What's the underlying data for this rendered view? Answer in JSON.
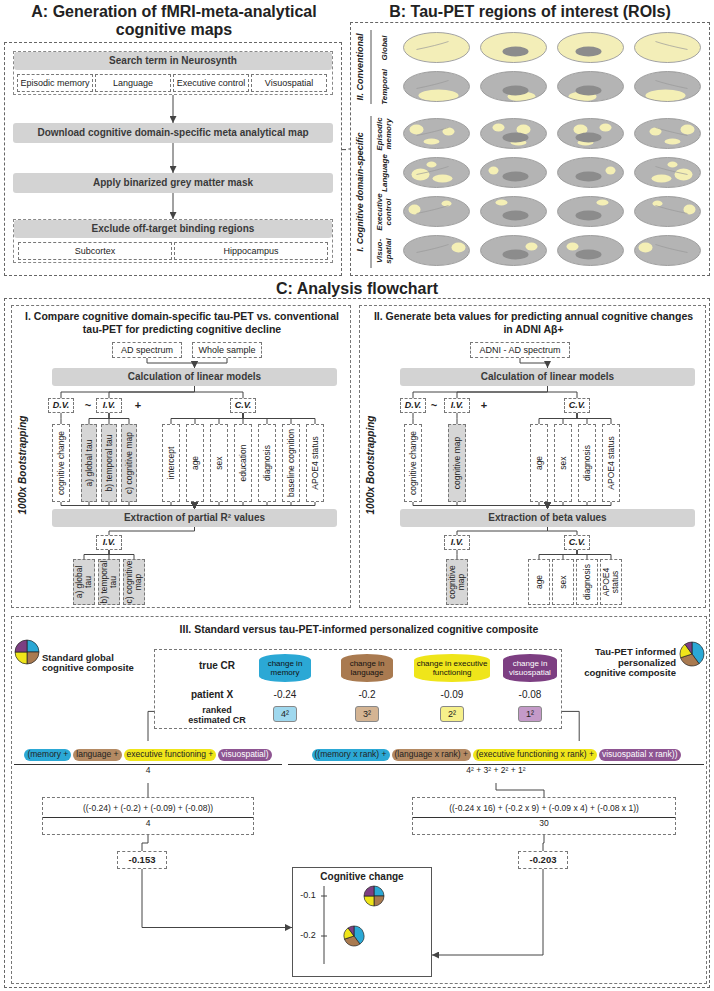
{
  "diagram": {
    "nodes": [
      {
        "text": [
          "A: Generation of fMRI-meta-analytical cognitive maps"
        ]
      },
      {
        "text": [
          "Search term in Neurosynth"
        ],
        "in": 0
      },
      {
        "text": [
          "Episodic memory"
        ],
        "in": 1
      },
      {
        "text": [
          "Language"
        ],
        "in": 1
      },
      {
        "text": [
          "Executive control"
        ],
        "in": 1
      },
      {
        "text": [
          "Visuospatial"
        ],
        "in": 1
      },
      {
        "text": [
          "Download cognitive domain-specific meta analytical map"
        ],
        "in": 0
      },
      {
        "text": [
          "Apply binarized grey matter mask"
        ],
        "in": 0
      },
      {
        "text": [
          "Exclude off-target binding regions"
        ],
        "in": 0
      },
      {
        "text": [
          "Subcortex"
        ],
        "in": 8
      },
      {
        "text": [
          "Hippocampus"
        ],
        "in": 8
      },
      {
        "text": [
          "B: Tau-PET regions of interest (ROIs)"
        ]
      },
      {
        "text": [
          "C: Analysis flowchart"
        ]
      },
      {
        "text": [
          "I. Compare cognitive domain-specific tau-PET vs. conventional tau-PET for predicting cognitive decline"
        ],
        "in": 12
      },
      {
        "text": [
          "AD spectrum"
        ],
        "in": 13
      },
      {
        "text": [
          "Whole sample"
        ],
        "in": 13
      },
      {
        "text": [
          "Calculation of linear models"
        ],
        "in": 13
      },
      {
        "text": [
          "D.V."
        ],
        "in": 13
      },
      {
        "text": [
          "I.V."
        ],
        "in": 13
      },
      {
        "text": [
          "C.V."
        ],
        "in": 13
      },
      {
        "text": [
          "cognitive change"
        ],
        "in": 13
      },
      {
        "text": [
          "a) global tau"
        ],
        "in": 13
      },
      {
        "text": [
          "b) temporal tau"
        ],
        "in": 13
      },
      {
        "text": [
          "c) cognitive map"
        ],
        "in": 13
      },
      {
        "text": [
          "intercept"
        ],
        "in": 13
      },
      {
        "text": [
          "age"
        ],
        "in": 13
      },
      {
        "text": [
          "sex"
        ],
        "in": 13
      },
      {
        "text": [
          "education"
        ],
        "in": 13
      },
      {
        "text": [
          "diagnosis"
        ],
        "in": 13
      },
      {
        "text": [
          "baseline cognition"
        ],
        "in": 13
      },
      {
        "text": [
          "APOE4 status"
        ],
        "in": 13
      },
      {
        "text": [
          "Extraction of partial R² values"
        ],
        "in": 13
      },
      {
        "text": [
          "I.V."
        ],
        "in": 13
      },
      {
        "text": [
          "a) global tau"
        ],
        "in": 13
      },
      {
        "text": [
          "b) temporal tau"
        ],
        "in": 13
      },
      {
        "text": [
          "c) cognitive map"
        ],
        "in": 13
      },
      {
        "text": [
          "II. Generate beta values for predicting annual cognitive changes in ADNI Aβ+"
        ],
        "in": 12
      },
      {
        "text": [
          "ADNI - AD spectrum"
        ],
        "in": 36
      },
      {
        "text": [
          "Calculation of linear models"
        ],
        "in": 36
      },
      {
        "text": [
          "D.V."
        ],
        "in": 36
      },
      {
        "text": [
          "I.V."
        ],
        "in": 36
      },
      {
        "text": [
          "C.V."
        ],
        "in": 36
      },
      {
        "text": [
          "cognitive change"
        ],
        "in": 36
      },
      {
        "text": [
          "cognitive map"
        ],
        "in": 36
      },
      {
        "text": [
          "age"
        ],
        "in": 36
      },
      {
        "text": [
          "sex"
        ],
        "in": 36
      },
      {
        "text": [
          "diagnosis"
        ],
        "in": 36
      },
      {
        "text": [
          "APOE4 status"
        ],
        "in": 36
      },
      {
        "text": [
          "Extraction of beta values"
        ],
        "in": 36
      },
      {
        "text": [
          "I.V."
        ],
        "in": 36
      },
      {
        "text": [
          "C.V."
        ],
        "in": 36
      },
      {
        "text": [
          "cognitive map"
        ],
        "in": 36
      },
      {
        "text": [
          "age"
        ],
        "in": 36
      },
      {
        "text": [
          "sex"
        ],
        "in": 36
      },
      {
        "text": [
          "diagnosis"
        ],
        "in": 36
      },
      {
        "text": [
          "APOE4 status"
        ],
        "in": 36
      },
      {
        "text": [
          "III. Standard versus tau-PET-informed personalized cognitive composite"
        ],
        "in": 12
      },
      {
        "text": [
          "true CR",
          "patient X",
          "-0.24",
          "-0.2",
          "-0.09",
          "-0.08",
          "ranked estimated CR"
        ],
        "in": 56
      },
      {
        "text": [
          "change in memory"
        ],
        "in": 57
      },
      {
        "text": [
          "change in language"
        ],
        "in": 57
      },
      {
        "text": [
          "change in executive functioning"
        ],
        "in": 57
      },
      {
        "text": [
          "change in visuospatial"
        ],
        "in": 57
      },
      {
        "text": [
          "4²"
        ],
        "in": 57
      },
      {
        "text": [
          "3²"
        ],
        "in": 57
      },
      {
        "text": [
          "2²"
        ],
        "in": 57
      },
      {
        "text": [
          "1²"
        ],
        "in": 57
      },
      {
        "text": [
          "(memory +",
          "language +",
          "executive functioning +",
          "visuospatial)",
          "4"
        ],
        "in": 56
      },
      {
        "text": [
          "((-0.24) + (-0.2) + (-0.09) + (-0.08))",
          "4"
        ],
        "in": 56
      },
      {
        "text": [
          "-0.153"
        ],
        "in": 56
      },
      {
        "text": [
          "Cognitive change"
        ],
        "in": 56
      },
      {
        "text": [
          "((memory x rank) +",
          "(language x rank) +",
          "(executive functioning x rank) +",
          "visuospatial x rank))",
          "4² + 3² + 2² + 1²"
        ],
        "in": 56
      },
      {
        "text": [
          "((-0.24 x 16) + (-0.2 x 9) + (-0.09 x 4) + (-0.08 x 1))",
          "30"
        ],
        "in": 56
      },
      {
        "text": [
          "-0.203"
        ],
        "in": 56
      }
    ],
    "edges": [
      {
        "from": 0,
        "to": 11,
        "arrow": "none"
      },
      {
        "from": 1,
        "to": 6,
        "arrow": "to"
      },
      {
        "from": 6,
        "to": 7,
        "arrow": "to"
      },
      {
        "from": 7,
        "to": 8,
        "arrow": "to"
      },
      {
        "from": 14,
        "to": 16,
        "arrow": "to"
      },
      {
        "from": 15,
        "to": 16,
        "arrow": "to"
      },
      {
        "from": 16,
        "to": 17,
        "arrow": "none"
      },
      {
        "from": 16,
        "to": 18,
        "arrow": "none"
      },
      {
        "from": 16,
        "to": 19,
        "arrow": "none"
      },
      {
        "from": 17,
        "to": 20,
        "arrow": "none"
      },
      {
        "from": 18,
        "to": 21,
        "arrow": "none"
      },
      {
        "from": 18,
        "to": 22,
        "arrow": "none"
      },
      {
        "from": 18,
        "to": 23,
        "arrow": "none"
      },
      {
        "from": 19,
        "to": 24,
        "arrow": "none"
      },
      {
        "from": 19,
        "to": 25,
        "arrow": "none"
      },
      {
        "from": 19,
        "to": 26,
        "arrow": "none"
      },
      {
        "from": 19,
        "to": 27,
        "arrow": "none"
      },
      {
        "from": 19,
        "to": 28,
        "arrow": "none"
      },
      {
        "from": 19,
        "to": 29,
        "arrow": "none"
      },
      {
        "from": 19,
        "to": 30,
        "arrow": "none"
      },
      {
        "from": 20,
        "to": 31,
        "arrow": "to"
      },
      {
        "from": 21,
        "to": 31,
        "arrow": "to"
      },
      {
        "from": 22,
        "to": 31,
        "arrow": "to"
      },
      {
        "from": 23,
        "to": 31,
        "arrow": "to"
      },
      {
        "from": 24,
        "to": 31,
        "arrow": "to"
      },
      {
        "from": 25,
        "to": 31,
        "arrow": "to"
      },
      {
        "from": 26,
        "to": 31,
        "arrow": "to"
      },
      {
        "from": 27,
        "to": 31,
        "arrow": "to"
      },
      {
        "from": 28,
        "to": 31,
        "arrow": "to"
      },
      {
        "from": 29,
        "to": 31,
        "arrow": "to"
      },
      {
        "from": 30,
        "to": 31,
        "arrow": "to"
      },
      {
        "from": 31,
        "to": 32,
        "arrow": "none"
      },
      {
        "from": 32,
        "to": 33,
        "arrow": "none"
      },
      {
        "from": 32,
        "to": 34,
        "arrow": "none"
      },
      {
        "from": 32,
        "to": 35,
        "arrow": "none"
      },
      {
        "from": 37,
        "to": 38,
        "arrow": "to"
      },
      {
        "from": 38,
        "to": 39,
        "arrow": "none"
      },
      {
        "from": 38,
        "to": 40,
        "arrow": "none"
      },
      {
        "from": 38,
        "to": 41,
        "arrow": "none"
      },
      {
        "from": 39,
        "to": 42,
        "arrow": "none"
      },
      {
        "from": 40,
        "to": 43,
        "arrow": "none"
      },
      {
        "from": 41,
        "to": 44,
        "arrow": "none"
      },
      {
        "from": 41,
        "to": 45,
        "arrow": "none"
      },
      {
        "from": 41,
        "to": 46,
        "arrow": "none"
      },
      {
        "from": 41,
        "to": 47,
        "arrow": "none"
      },
      {
        "from": 42,
        "to": 48,
        "arrow": "to"
      },
      {
        "from": 43,
        "to": 48,
        "arrow": "to"
      },
      {
        "from": 44,
        "to": 48,
        "arrow": "to"
      },
      {
        "from": 45,
        "to": 48,
        "arrow": "to"
      },
      {
        "from": 46,
        "to": 48,
        "arrow": "to"
      },
      {
        "from": 47,
        "to": 48,
        "arrow": "to"
      },
      {
        "from": 48,
        "to": 49,
        "arrow": "none"
      },
      {
        "from": 48,
        "to": 50,
        "arrow": "none"
      },
      {
        "from": 49,
        "to": 51,
        "arrow": "none"
      },
      {
        "from": 50,
        "to": 52,
        "arrow": "none"
      },
      {
        "from": 50,
        "to": 53,
        "arrow": "none"
      },
      {
        "from": 50,
        "to": 54,
        "arrow": "none"
      },
      {
        "from": 50,
        "to": 55,
        "arrow": "none"
      },
      {
        "from": 57,
        "to": 66,
        "arrow": "none"
      },
      {
        "from": 57,
        "to": 70,
        "arrow": "none"
      },
      {
        "from": 66,
        "to": 67,
        "arrow": "none"
      },
      {
        "from": 67,
        "to": 68,
        "arrow": "none"
      },
      {
        "from": 68,
        "to": 69,
        "arrow": "to"
      },
      {
        "from": 70,
        "to": 71,
        "arrow": "none"
      },
      {
        "from": 71,
        "to": 72,
        "arrow": "none"
      },
      {
        "from": 72,
        "to": 69,
        "arrow": "to"
      }
    ],
    "labels": [
      "II. Conventional",
      "Global",
      "Temporal",
      "I. Cognitive domain-specific",
      "Episodic memory",
      "Language",
      "Executive control",
      "Visuo-spatial",
      "1000x Bootstrapping",
      "~",
      "+",
      "1000x Bootstrapping",
      "~",
      "+",
      "Standard global cognitive composite",
      "Tau-PET informed personalized cognitive composite",
      "-0.1",
      "-0.2"
    ]
  }
}
